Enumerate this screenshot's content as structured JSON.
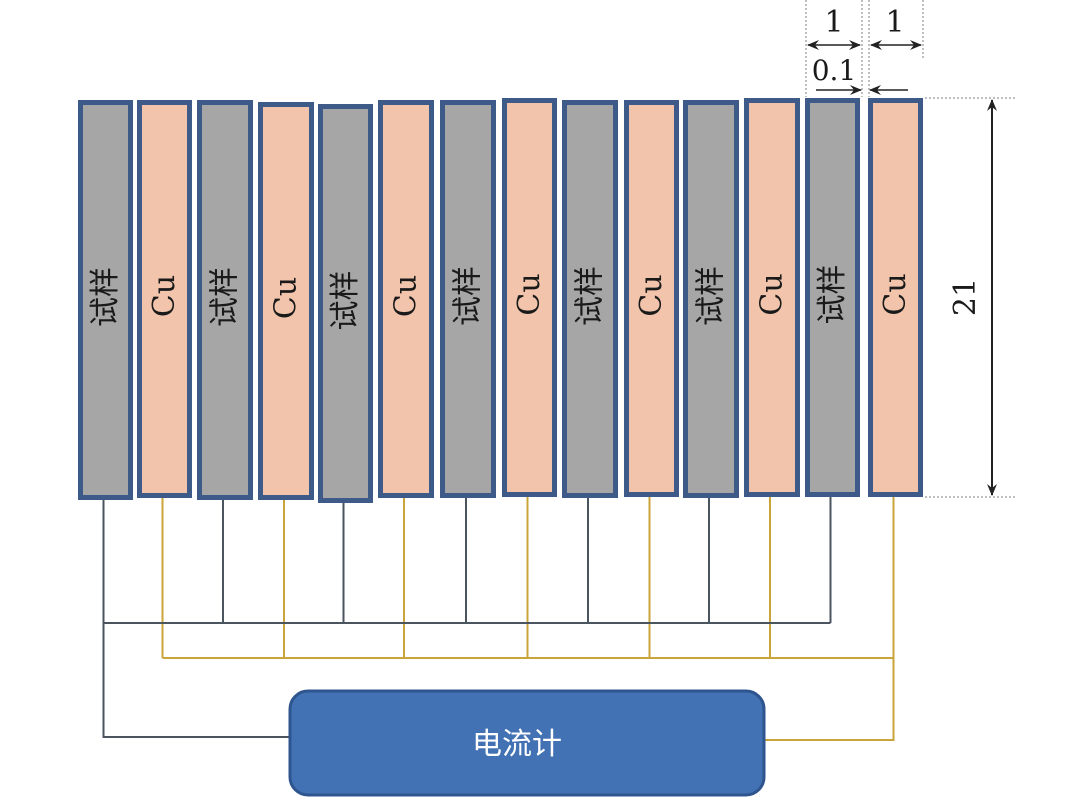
{
  "figure": {
    "type": "electrode stack wiring schematic",
    "plate_sequence_note": "alternating sample and copper plates, wired to an ammeter"
  },
  "plates": [
    {
      "kind": "sample",
      "label": "试样"
    },
    {
      "kind": "copper",
      "label": "Cu"
    },
    {
      "kind": "sample",
      "label": "试样"
    },
    {
      "kind": "copper",
      "label": "Cu"
    },
    {
      "kind": "sample",
      "label": "试样"
    },
    {
      "kind": "copper",
      "label": "Cu"
    },
    {
      "kind": "sample",
      "label": "试样"
    },
    {
      "kind": "copper",
      "label": "Cu"
    },
    {
      "kind": "sample",
      "label": "试样"
    },
    {
      "kind": "copper",
      "label": "Cu"
    },
    {
      "kind": "sample",
      "label": "试样"
    },
    {
      "kind": "copper",
      "label": "Cu"
    },
    {
      "kind": "sample",
      "label": "试样"
    },
    {
      "kind": "copper",
      "label": "Cu"
    }
  ],
  "dimensions": {
    "plate_width_1": "1",
    "plate_width_2": "1",
    "gap": "0.1",
    "height": "21"
  },
  "meter": {
    "label": "电流计"
  },
  "colors": {
    "sample_fill": "#a6a6a6",
    "copper_fill": "#f2c4ab",
    "plate_border": "#3d5a88",
    "sample_wire": "#4a5560",
    "copper_wire": "#c9a43a",
    "meter_fill": "#4272b4",
    "meter_border": "#2f558f",
    "dim_line": "#222222",
    "guide_line": "#aaaaaa"
  }
}
